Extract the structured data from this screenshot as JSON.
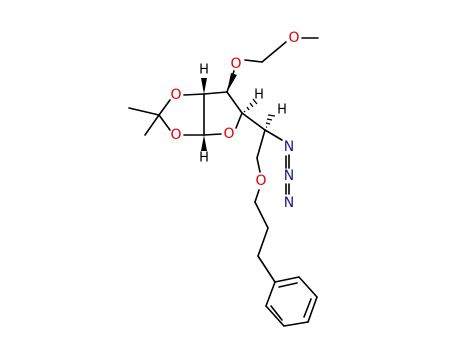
{
  "colors": {
    "carbon": "#000000",
    "oxygen": "#e00000",
    "nitrogen": "#1a1a8c",
    "hydrogen": "#000000"
  },
  "atoms": {
    "o_methoxy": "O",
    "o_mom": "O",
    "o_diox_top": "O",
    "o_diox_bottom": "O",
    "o_ring": "O",
    "o_ether": "O",
    "n1": "N",
    "n2": "N",
    "n3": "N",
    "h_c3": "H",
    "h_c4": "H",
    "h_c5": "H",
    "h_c1": "H"
  }
}
